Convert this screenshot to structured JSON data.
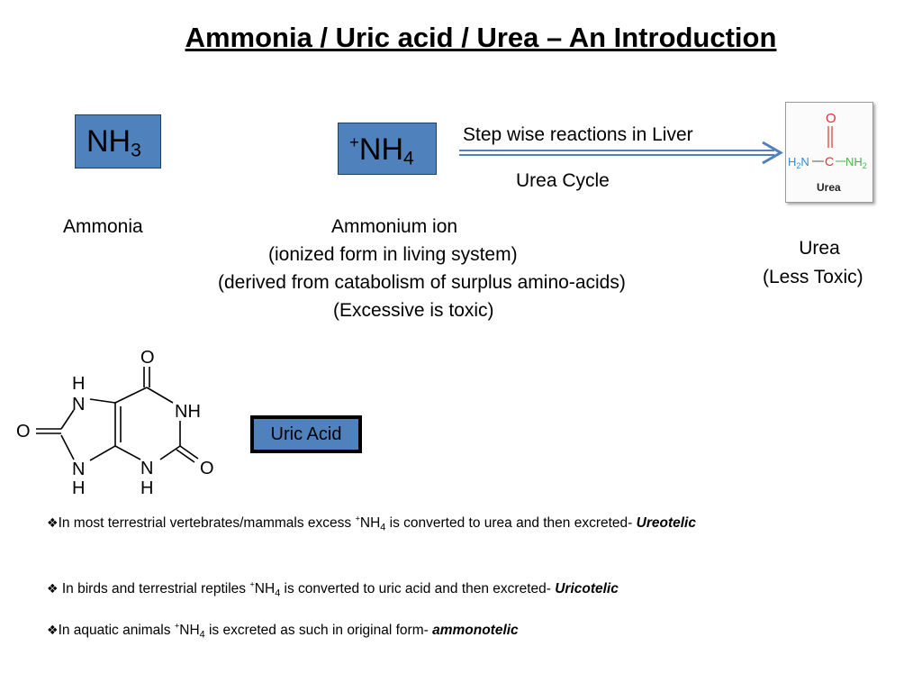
{
  "title": "Ammonia / Uric acid / Urea – An Introduction",
  "nh3": {
    "main": "NH",
    "sub": "3"
  },
  "nh4": {
    "sup": "+",
    "main": "NH",
    "sub": "4"
  },
  "reaction": {
    "step_label": "Step wise reactions in Liver",
    "cycle_label": "Urea Cycle"
  },
  "ammonia_label": "Ammonia",
  "ammonium": {
    "line1": "Ammonium ion",
    "line2": "(ionized form in living system)",
    "line3": "(derived from catabolism of surplus amino-acids)",
    "line4": "(Excessive is toxic)"
  },
  "urea": {
    "name": "Urea",
    "note": "(Less Toxic)",
    "structure": {
      "o": "O",
      "c": "C",
      "h2n": "H",
      "h2n_sub": "2",
      "h2n_n": "N",
      "nh2": "NH",
      "nh2_sub": "2",
      "caption": "Urea"
    }
  },
  "uric_acid": {
    "label": "Uric Acid",
    "atoms": {
      "o_top": "O",
      "nh_right": "NH",
      "o_right": "O",
      "n_bottom": "N",
      "h_bottom": "H",
      "n_left_bottom": "N",
      "h_left_bottom": "H",
      "o_left": "O",
      "n_left_top": "N",
      "h_left_top": "H"
    }
  },
  "bullets": [
    {
      "marker": "❖",
      "pre": "In most terrestrial vertebrates/mammals excess ",
      "sup": "+",
      "nh": "NH",
      "sub": "4",
      "post": "  is converted to urea and then excreted- ",
      "term": "Ureotelic"
    },
    {
      "marker": "❖",
      "pre": " In birds and terrestrial reptiles ",
      "sup": "+",
      "nh": "NH",
      "sub": "4",
      "post": " is converted to uric acid and then excreted- ",
      "term": "Uricotelic"
    },
    {
      "marker": "❖",
      "pre": "In aquatic animals ",
      "sup": "+",
      "nh": "NH",
      "sub": "4",
      "post": " is excreted as such in original form- ",
      "term": "ammonotelic"
    }
  ],
  "colors": {
    "box_fill": "#4f81bd",
    "arrow": "#4f81bd",
    "urea_o": "#e0312f",
    "urea_n": "#2a8fd8",
    "urea_nh2": "#45b649"
  }
}
